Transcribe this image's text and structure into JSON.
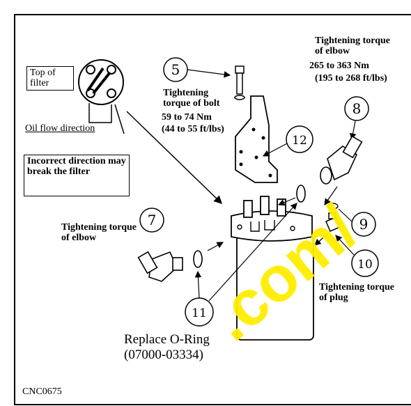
{
  "labels": {
    "top_of_filter": "Top of filter",
    "oil_flow_direction": "Oil flow direction",
    "incorrect_direction": "Incorrect direction may break the filter",
    "bolt_torque_title": "Tightening torque of bolt",
    "bolt_torque_value": "59 to 74 Nm",
    "bolt_torque_imperial": "(44 to 55 ft/lbs)",
    "elbow_torque_title": "Tightening torque of elbow",
    "elbow_torque_value": "265 to 363 Nm",
    "elbow_torque_imperial": "(195 to 268 ft/lbs)",
    "elbow_torque_left": "Tightening torque of elbow",
    "plug_torque": "Tightening torque of plug",
    "replace_oring": "Replace O-Ring",
    "oring_part": "(07000-03334)",
    "figure_code": "CNC0675"
  },
  "callouts": [
    "5",
    "7",
    "8",
    "9",
    "10",
    "11",
    "12"
  ],
  "watermark": ".com/",
  "colors": {
    "line": "#000000",
    "background": "#ffffff",
    "watermark": "#ffee00"
  }
}
